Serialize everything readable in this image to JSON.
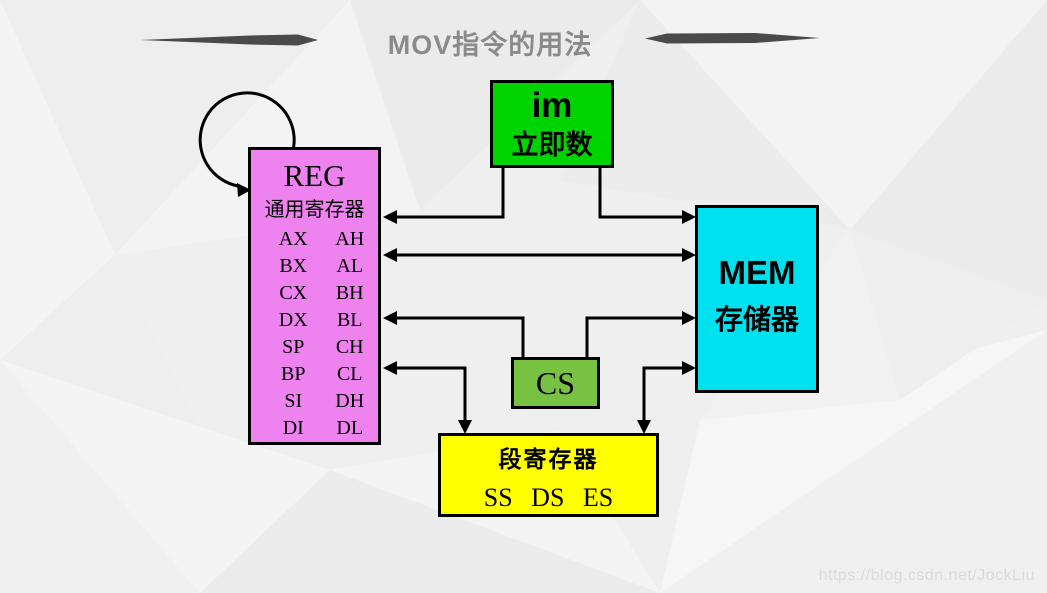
{
  "title": "MOV指令的用法",
  "watermark": "https://blog.csdn.net/JockLiu",
  "colors": {
    "background": "#efefef",
    "title_text": "#8a8a8a",
    "im_box": "#00d400",
    "reg_box": "#ee82ee",
    "mem_box": "#00e1ef",
    "cs_box": "#77c143",
    "seg_box": "#ffff00",
    "arrow": "#000000",
    "brush_stroke": "#4a4a4a"
  },
  "boxes": {
    "im": {
      "label": "im",
      "sublabel": "立即数"
    },
    "reg": {
      "label": "REG",
      "sublabel": "通用寄存器",
      "pairs": [
        [
          "AX",
          "AH"
        ],
        [
          "BX",
          "AL"
        ],
        [
          "CX",
          "BH"
        ],
        [
          "DX",
          "BL"
        ],
        [
          "SP",
          "CH"
        ],
        [
          "BP",
          "CL"
        ],
        [
          "SI",
          "DH"
        ],
        [
          "DI",
          "DL"
        ]
      ]
    },
    "mem": {
      "label": "MEM",
      "sublabel": "存储器"
    },
    "cs": {
      "label": "CS"
    },
    "seg": {
      "label": "段寄存器",
      "sublabel": "SS DS ES"
    }
  },
  "edges": [
    {
      "from": "reg",
      "to": "reg",
      "type": "self-loop"
    },
    {
      "from": "im",
      "to": "reg",
      "type": "single"
    },
    {
      "from": "im",
      "to": "mem",
      "type": "single"
    },
    {
      "from": "reg",
      "to": "mem",
      "type": "double"
    },
    {
      "from": "cs",
      "to": "reg",
      "type": "single"
    },
    {
      "from": "cs",
      "to": "mem",
      "type": "single"
    },
    {
      "from": "reg",
      "to": "seg",
      "type": "double"
    },
    {
      "from": "mem",
      "to": "seg",
      "type": "double"
    }
  ]
}
